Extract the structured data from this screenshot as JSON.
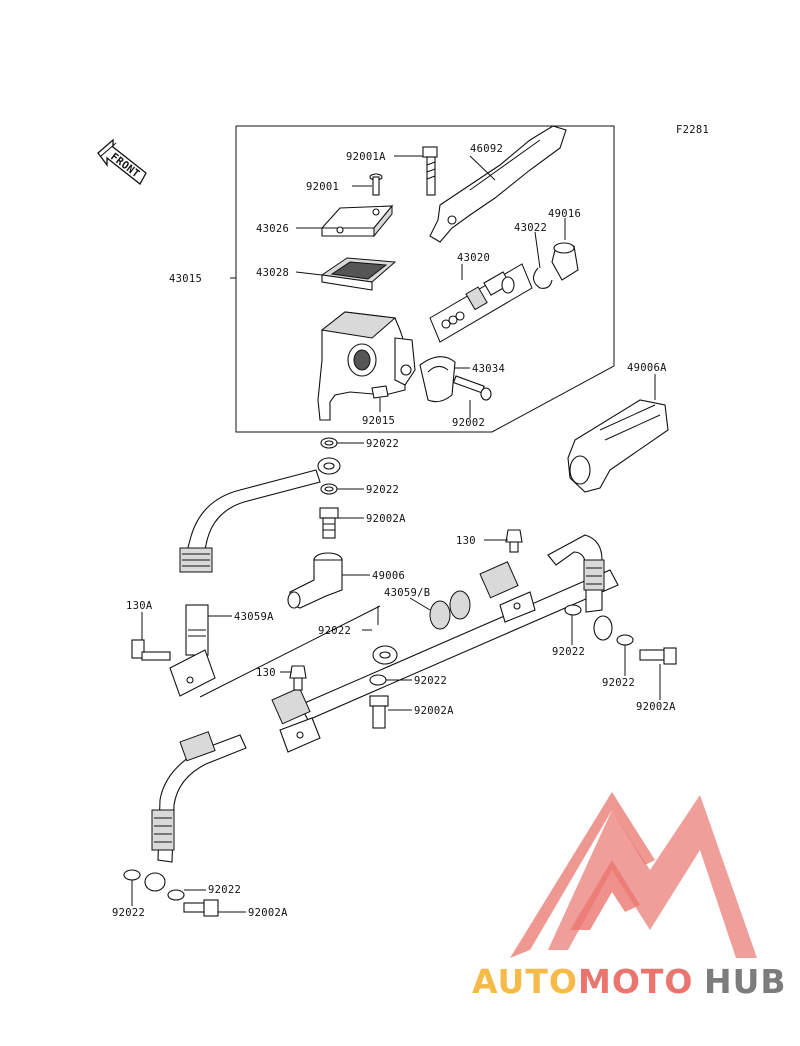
{
  "diagram": {
    "figure_code": "F2281",
    "front_label": "FRONT",
    "labels": {
      "l92001A": "92001A",
      "l46092": "46092",
      "l92001": "92001",
      "l43026": "43026",
      "l43022": "43022",
      "l49016": "49016",
      "l43015": "43015",
      "l43028": "43028",
      "l43020": "43020",
      "l43034": "43034",
      "l92015": "92015",
      "l92002": "92002",
      "l49006A": "49006A",
      "l92022a": "92022",
      "l92022b": "92022",
      "l92002Aa": "92002A",
      "l130a": "130",
      "l49006": "49006",
      "l43059B": "43059/B",
      "l130A": "130A",
      "l43059A": "43059A",
      "l92022c": "92022",
      "l92022d": "92022",
      "l130b": "130",
      "l92022e": "92022",
      "l92002Ab": "92002A",
      "l92022f": "92022",
      "l92002Ac": "92002A",
      "l92022g": "92022",
      "l92022h": "92022",
      "l92002Ad": "92002A"
    }
  },
  "watermark": {
    "brand_part1": "AUTO",
    "brand_part2": "MOTO",
    "brand_part3": "HUB",
    "color_orange": "#f5b335",
    "color_red": "#e8675f",
    "color_gray": "#6e6e6e"
  }
}
